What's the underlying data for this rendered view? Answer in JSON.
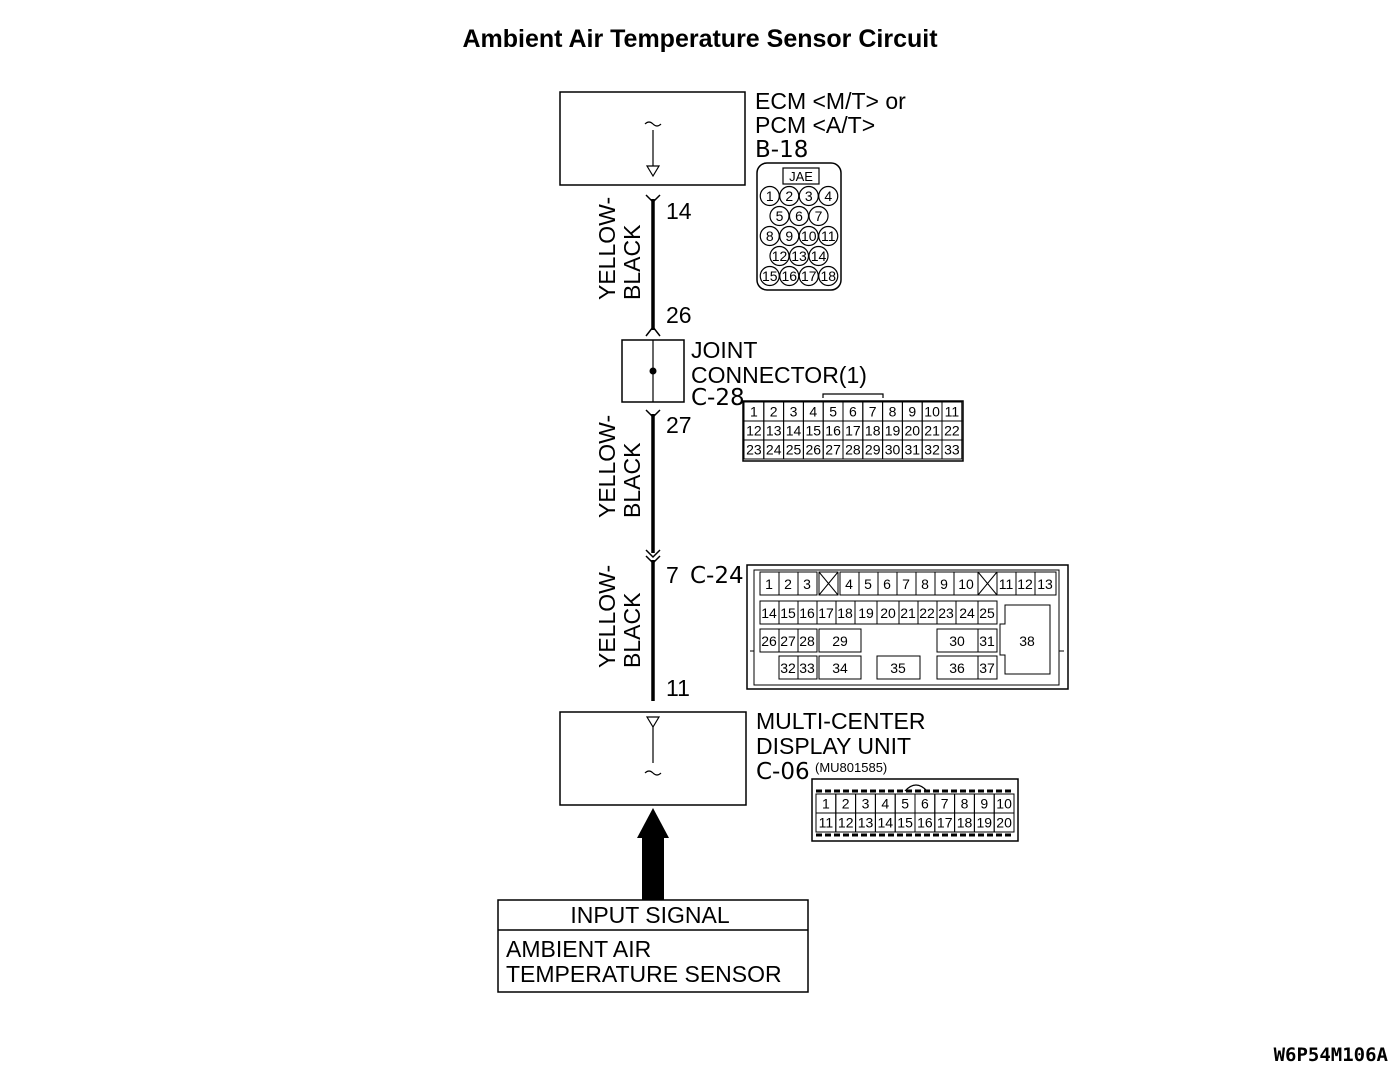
{
  "title": "Ambient Air Temperature Sensor Circuit",
  "figure_id": "W6P54M106A",
  "ecm": {
    "label_line1": "ECM <M/T> or",
    "label_line2": "PCM <A/T>",
    "connector": "B-18",
    "connector_maker": "JAE",
    "pin_rows": [
      [
        "1",
        "2",
        "3",
        "4"
      ],
      [
        "5",
        "6",
        "7"
      ],
      [
        "8",
        "9",
        "10",
        "11"
      ],
      [
        "12",
        "13",
        "14"
      ],
      [
        "15",
        "16",
        "17",
        "18"
      ]
    ],
    "terminal": "14"
  },
  "joint": {
    "label_line1": "JOINT",
    "label_line2": "CONNECTOR(1)",
    "connector": "C-28",
    "terminal_in": "26",
    "terminal_out": "27",
    "pin_rows": [
      [
        "1",
        "2",
        "3",
        "4",
        "5",
        "6",
        "7",
        "8",
        "9",
        "10",
        "11"
      ],
      [
        "12",
        "13",
        "14",
        "15",
        "16",
        "17",
        "18",
        "19",
        "20",
        "21",
        "22"
      ],
      [
        "23",
        "24",
        "25",
        "26",
        "27",
        "28",
        "29",
        "30",
        "31",
        "32",
        "33"
      ]
    ]
  },
  "inline": {
    "terminal": "7",
    "connector": "C-24",
    "terminal_out": "11",
    "pins": [
      "1",
      "2",
      "3",
      "4",
      "5",
      "6",
      "7",
      "8",
      "9",
      "10",
      "11",
      "12",
      "13",
      "14",
      "15",
      "16",
      "17",
      "18",
      "19",
      "20",
      "21",
      "22",
      "23",
      "24",
      "25",
      "26",
      "27",
      "28",
      "29",
      "30",
      "31",
      "32",
      "33",
      "34",
      "35",
      "36",
      "37",
      "38"
    ]
  },
  "wires": [
    {
      "color_line1": "YELLOW-",
      "color_line2": "BLACK"
    },
    {
      "color_line1": "YELLOW-",
      "color_line2": "BLACK"
    },
    {
      "color_line1": "YELLOW-",
      "color_line2": "BLACK"
    }
  ],
  "display_unit": {
    "label_line1": "MULTI-CENTER",
    "label_line2": "DISPLAY UNIT",
    "connector": "C-06",
    "part_number": "(MU801585)",
    "pin_rows": [
      [
        "1",
        "2",
        "3",
        "4",
        "5",
        "6",
        "7",
        "8",
        "9",
        "10"
      ],
      [
        "11",
        "12",
        "13",
        "14",
        "15",
        "16",
        "17",
        "18",
        "19",
        "20"
      ]
    ]
  },
  "input_signal": {
    "header": "INPUT SIGNAL",
    "line1": "AMBIENT AIR",
    "line2": "TEMPERATURE SENSOR"
  }
}
